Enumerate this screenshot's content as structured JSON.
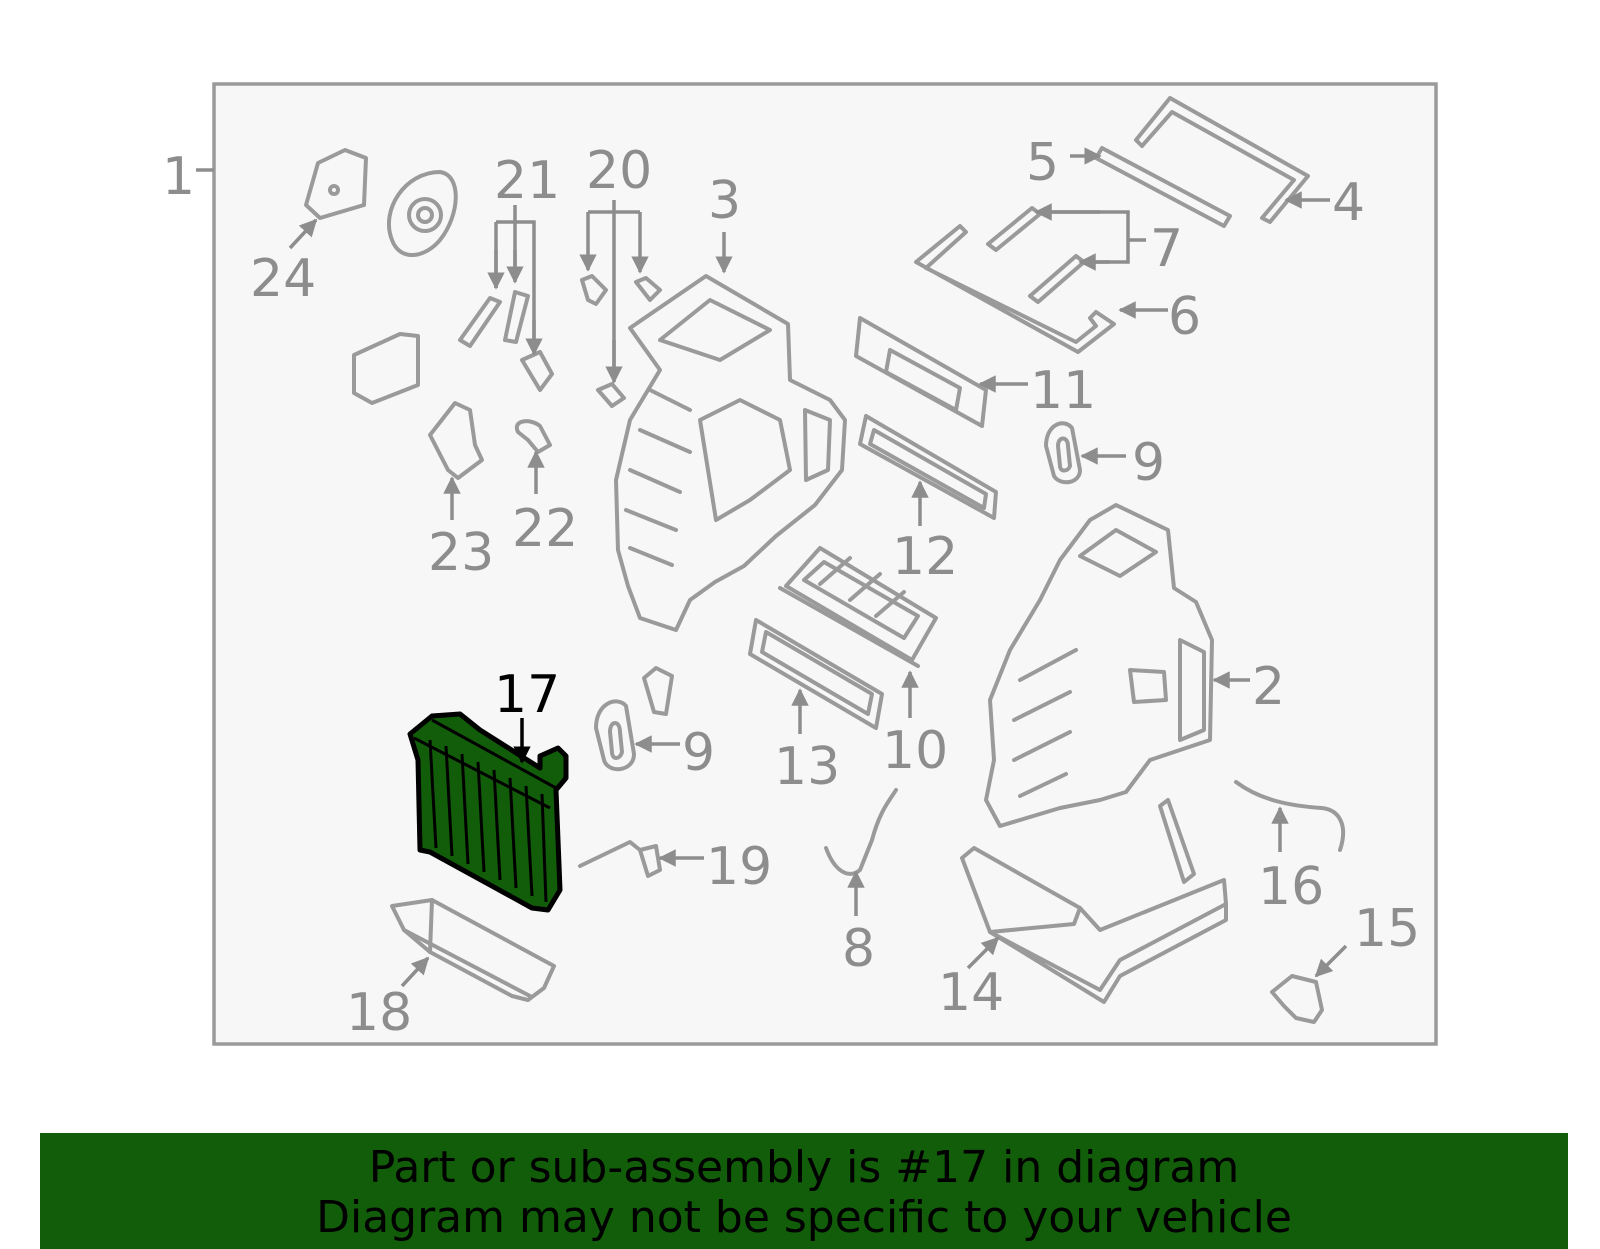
{
  "diagram": {
    "highlight_color": "#125d09",
    "line_color": "#9a9a9a",
    "highlighted_callout": "17",
    "callouts": {
      "c1": "1",
      "c2": "2",
      "c3": "3",
      "c4": "4",
      "c5": "5",
      "c6": "6",
      "c7": "7",
      "c8": "8",
      "c9a": "9",
      "c9b": "9",
      "c10": "10",
      "c11": "11",
      "c12": "12",
      "c13": "13",
      "c14": "14",
      "c15": "15",
      "c16": "16",
      "c17": "17",
      "c18": "18",
      "c19": "19",
      "c20": "20",
      "c21": "21",
      "c22": "22",
      "c23": "23",
      "c24": "24"
    }
  },
  "banner": {
    "line1": "Part or sub-assembly is #17 in diagram",
    "line2": "Diagram may not be specific to your vehicle",
    "background": "#125d09"
  }
}
